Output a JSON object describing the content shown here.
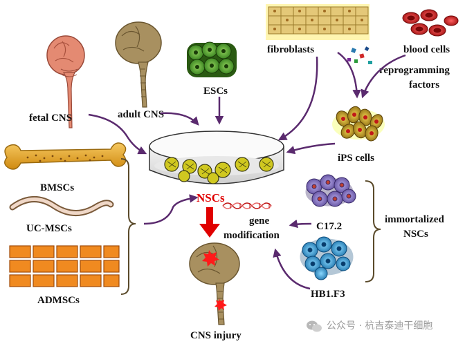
{
  "labels": {
    "fetal_cns": "fetal CNS",
    "adult_cns": "adult CNS",
    "escs": "ESCs",
    "fibroblasts": "fibroblasts",
    "blood_cells": "blood cells",
    "reprogramming_factors_line1": "reprogramming",
    "reprogramming_factors_line2": "factors",
    "ips_cells": "iPS cells",
    "bmscs": "BMSCs",
    "uc_mscs": "UC-MSCs",
    "admscs": "ADMSCs",
    "nscs": "NSCs",
    "gene_modification_line1": "gene",
    "gene_modification_line2": "modification",
    "c17_2": "C17.2",
    "hb1_f3": "HB1.F3",
    "immortalized_nscs_line1": "immortalized",
    "immortalized_nscs_line2": "NSCs",
    "cns_injury": "CNS injury"
  },
  "watermark": {
    "icon": "wechat-icon",
    "text": "公众号 · 杭吉泰迪干细胞"
  },
  "colors": {
    "arrow": "#5a2a6e",
    "nsc_label": "#e00000",
    "down_arrow": "#e00000",
    "brace": "#5a4a2a",
    "bone": "#e0a020",
    "esc_cell": "#4a9a2a",
    "ips_cell": "#b08a10",
    "blood_cell": "#c01818",
    "c17_cell": "#7f6ab8",
    "hb1_cell": "#2f9ad0",
    "adipose_cell": "#f08018",
    "fetal_brain": "#e0806a",
    "adult_brain": "#a08a5a"
  }
}
